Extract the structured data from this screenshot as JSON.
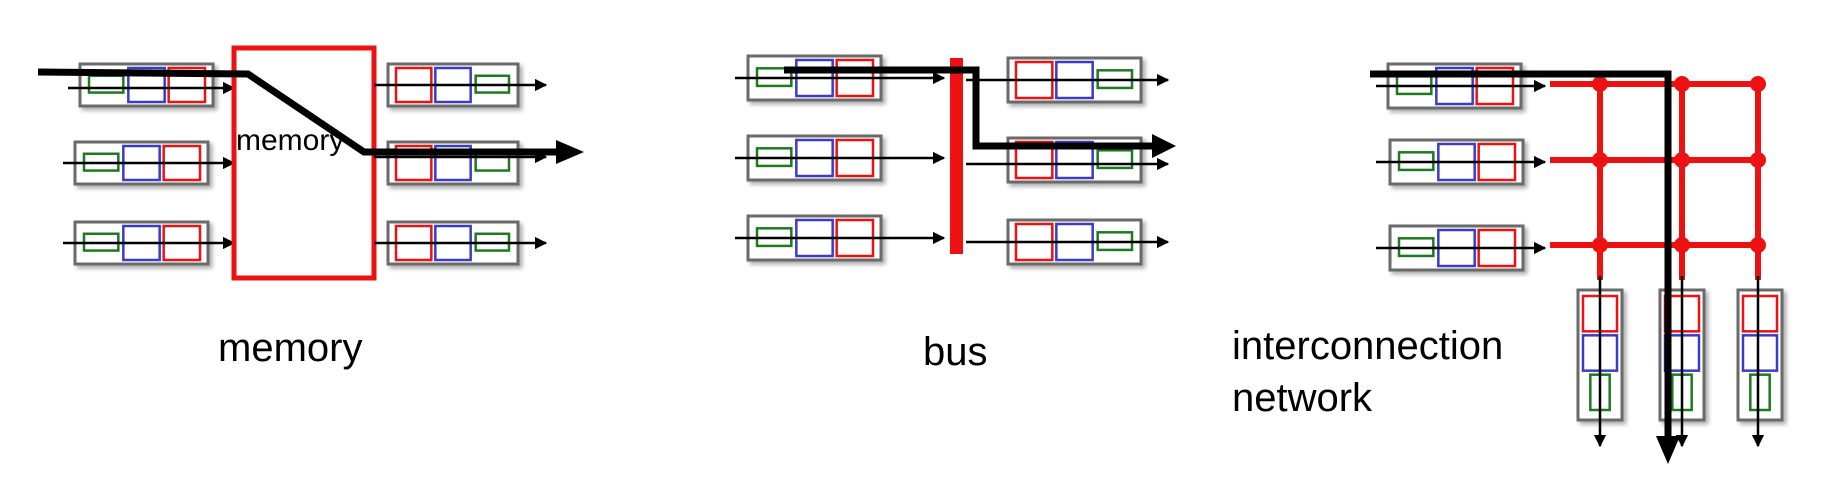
{
  "panels": {
    "memory": {
      "label": "memory",
      "inside_label": "memory"
    },
    "bus": {
      "label": "bus"
    },
    "network": {
      "label_line1": "interconnection",
      "label_line2": "network"
    }
  },
  "colors": {
    "fabric": "#ee1111",
    "queue_border": "#6b6b6b",
    "green_cell": "#1e7a1e",
    "blue_cell": "#3b3bc8",
    "red_cell": "#ee1111",
    "arrow": "#000000"
  },
  "queue_cells": [
    "green",
    "blue",
    "red"
  ]
}
